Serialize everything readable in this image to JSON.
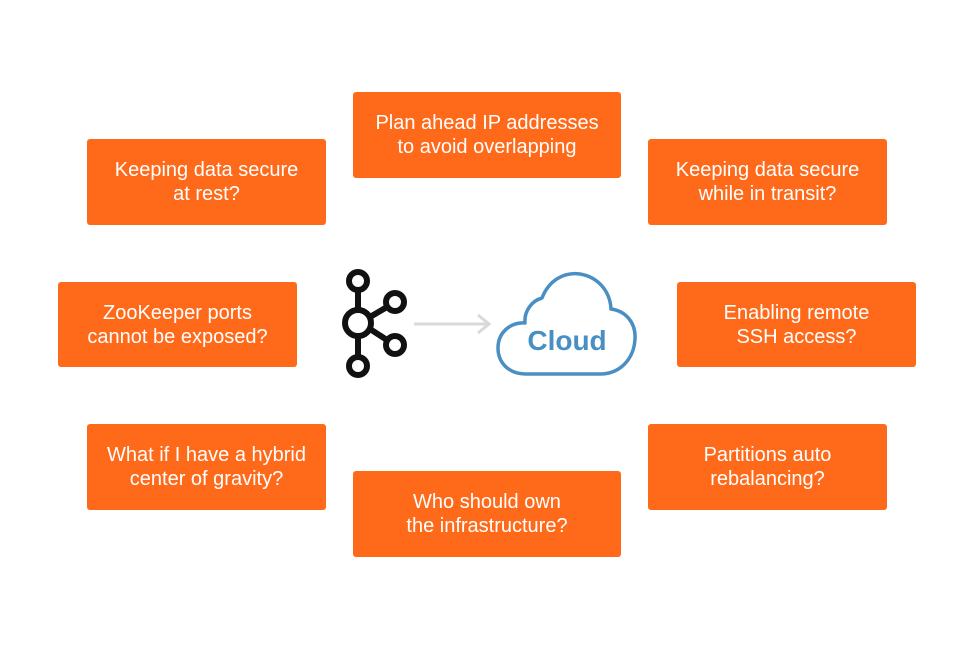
{
  "boxes": {
    "plan_ip": {
      "line1": "Plan ahead IP addresses",
      "line2": "to avoid overlapping"
    },
    "secure_rest": {
      "line1": "Keeping data secure",
      "line2": "at rest?"
    },
    "secure_transit": {
      "line1": "Keeping data secure",
      "line2": "while in transit?"
    },
    "zookeeper": {
      "line1": "ZooKeeper ports",
      "line2": "cannot be exposed?"
    },
    "ssh": {
      "line1": "Enabling remote",
      "line2": "SSH access?"
    },
    "hybrid": {
      "line1": "What if I have a hybrid",
      "line2": "center of gravity?"
    },
    "partitions": {
      "line1": "Partitions auto",
      "line2": "rebalancing?"
    },
    "owner": {
      "line1": "Who should own",
      "line2": "the infrastructure?"
    }
  },
  "center": {
    "cloud_label": "Cloud",
    "logo_icon": "kafka-logo-icon",
    "arrow_icon": "arrow-right-icon",
    "cloud_icon": "cloud-icon"
  },
  "colors": {
    "box_fill": "#ff6a1a",
    "box_text": "#ffffff",
    "cloud_stroke": "#4a8fc4",
    "arrow": "#d9d9d9",
    "logo": "#111111"
  }
}
